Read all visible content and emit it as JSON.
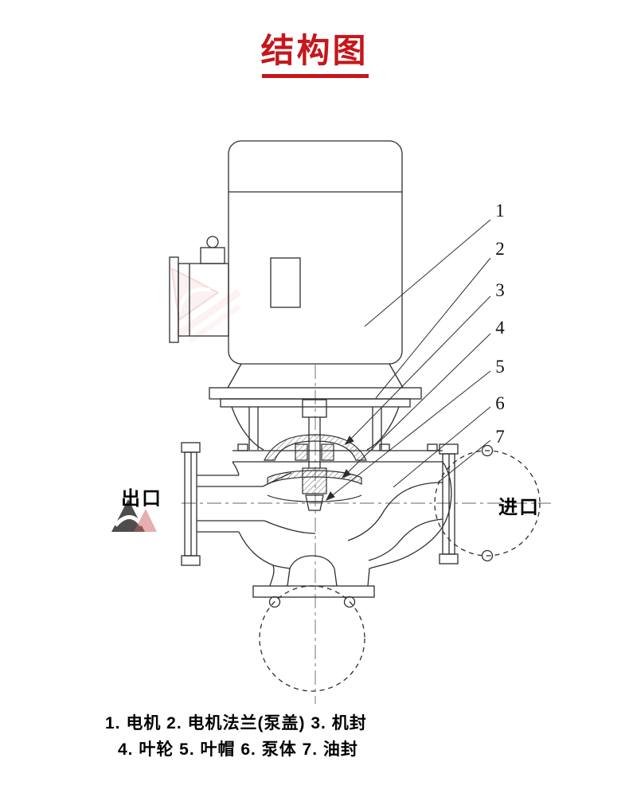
{
  "page": {
    "title": "结构图",
    "accent_color": "#c5171c"
  },
  "diagram": {
    "numbers": [
      "1",
      "2",
      "3",
      "4",
      "5",
      "6",
      "7"
    ],
    "outlet_label": "出口",
    "inlet_label": "进口"
  },
  "legend": {
    "line1": "1. 电机  2. 电机法兰(泵盖) 3. 机封",
    "line2": "4. 叶轮 5. 叶帽 6. 泵体 7. 油封"
  }
}
